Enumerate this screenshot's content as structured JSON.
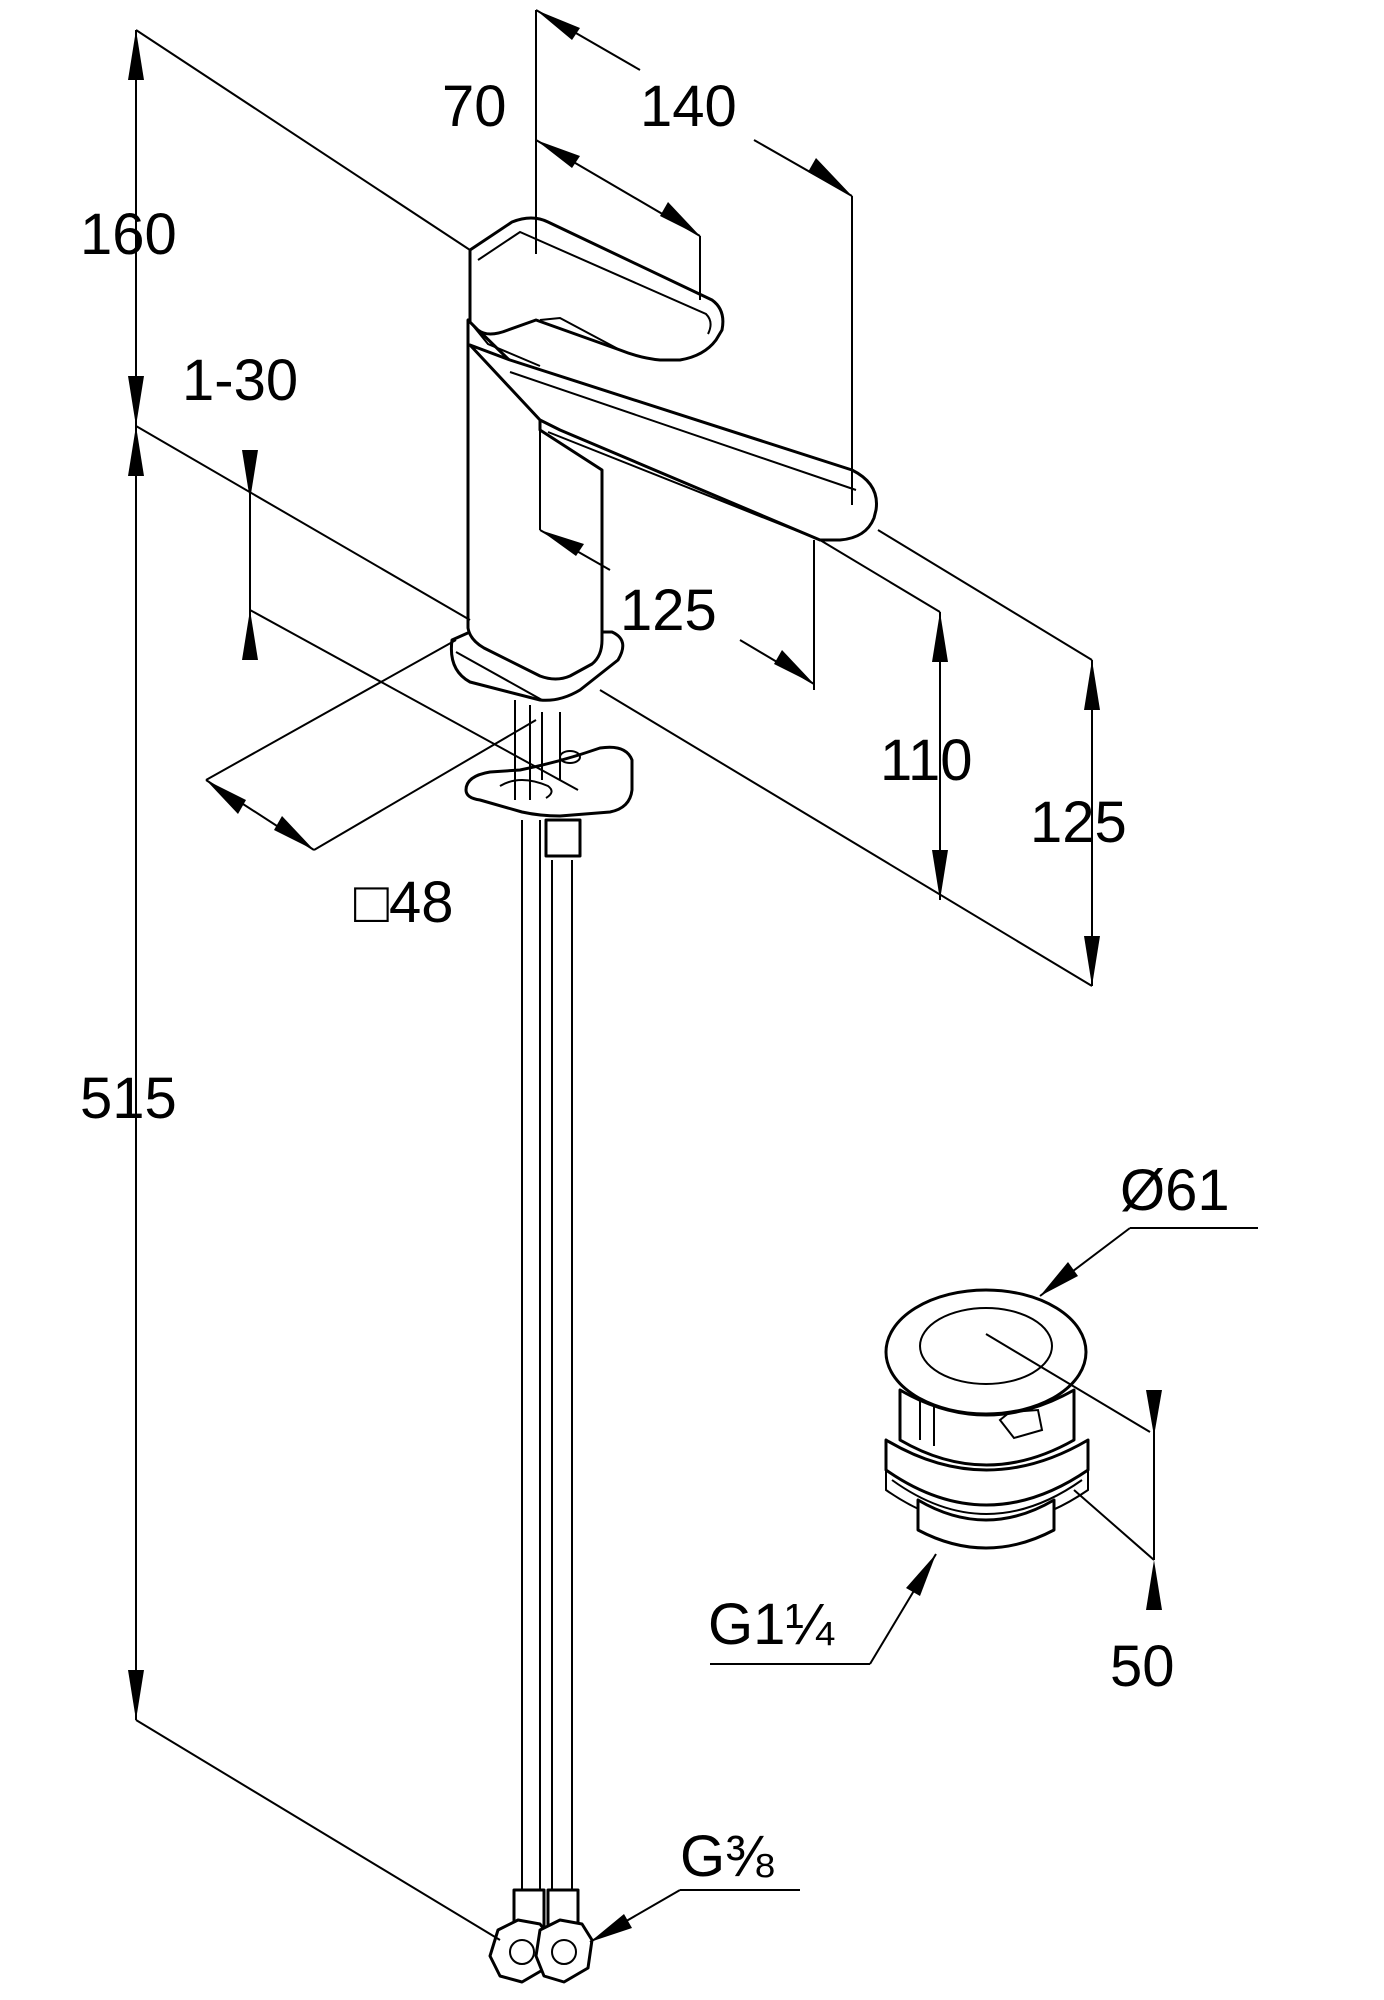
{
  "dimensions": {
    "top_70": "70",
    "top_140": "140",
    "left_160": "160",
    "left_1_30": "1-30",
    "mid_125": "125",
    "right_110": "110",
    "right_125": "125",
    "square_48": "□48",
    "left_515": "515",
    "drain_dia": "Ø61",
    "drain_50": "50",
    "drain_thread": "G1¼",
    "hose_thread": "G⅜"
  }
}
